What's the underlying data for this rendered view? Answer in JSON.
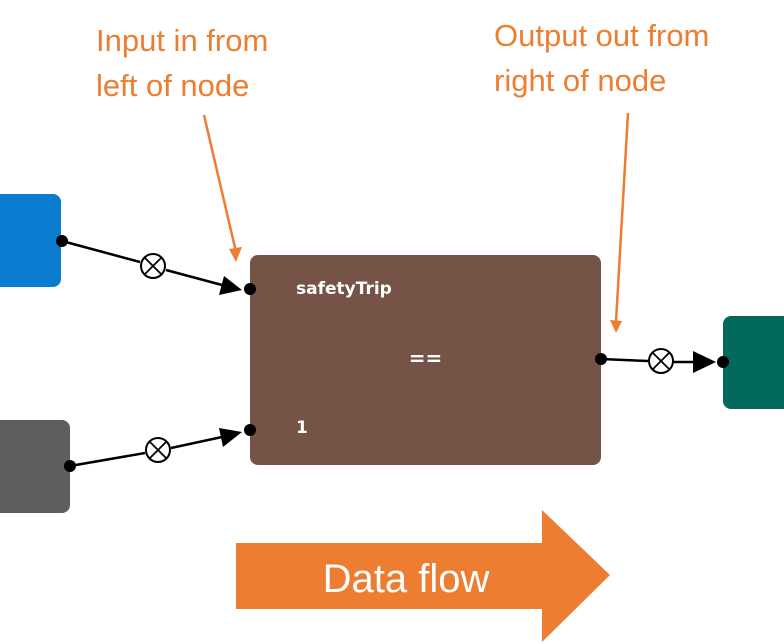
{
  "annotations": {
    "input": {
      "line1": "Input in from",
      "line2": "left of node"
    },
    "output": {
      "line1": "Output out from",
      "line2": "right of node"
    }
  },
  "node": {
    "input_top_label": "safetyTrip",
    "operator": "==",
    "input_bottom_label": "1"
  },
  "flow_arrow": {
    "label": "Data flow"
  },
  "colors": {
    "annotation": "#ED7D31",
    "blue_node": "#0A7DD1",
    "gray_node": "#5E5E5E",
    "green_node": "#02695B",
    "main_node": "#765347",
    "flow_arrow": "#ED7D31"
  }
}
